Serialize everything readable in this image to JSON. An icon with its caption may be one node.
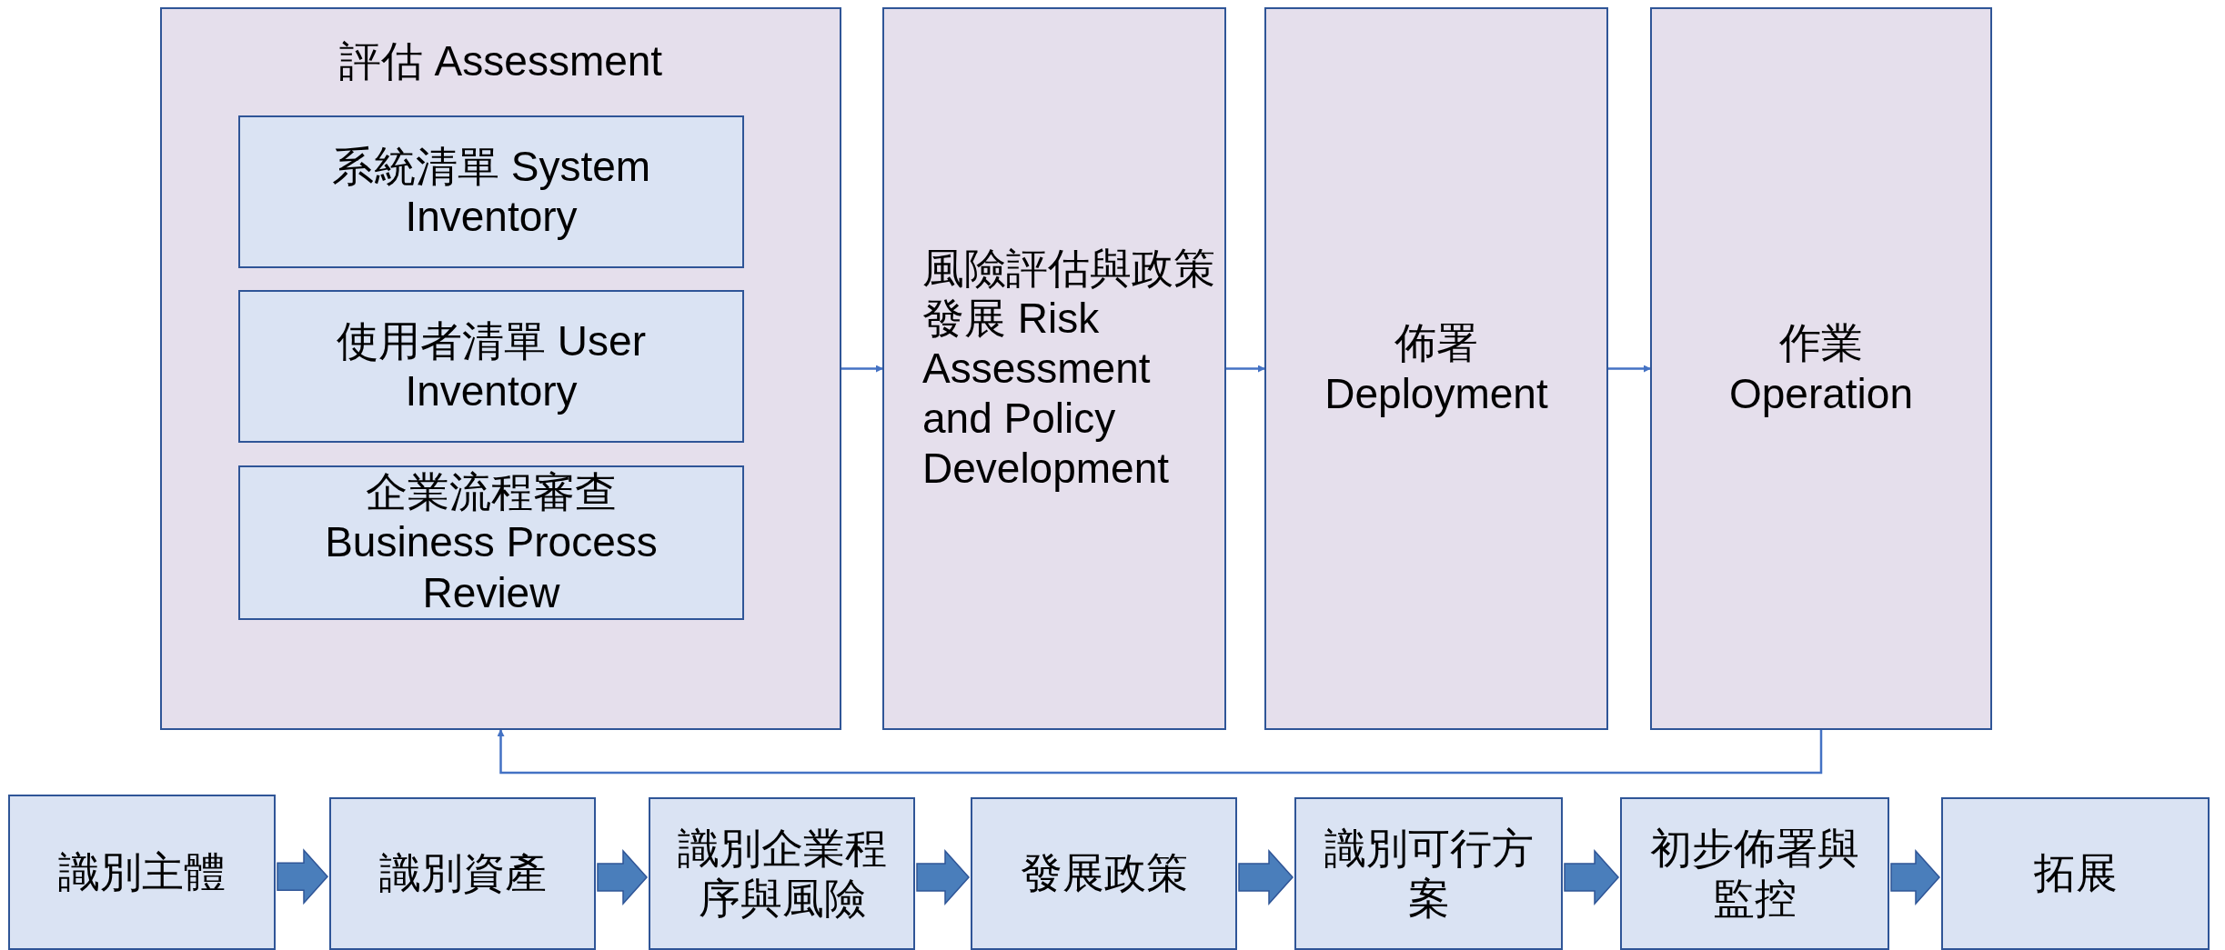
{
  "diagram": {
    "nodes": [
      {
        "text": [
          "評估 Assessment"
        ]
      },
      {
        "text": [
          "系統清單 System Inventory"
        ],
        "in": 0
      },
      {
        "text": [
          "使用者清單 User Inventory"
        ],
        "in": 0
      },
      {
        "text": [
          "企業流程審查 Business Process Review"
        ],
        "in": 0
      },
      {
        "text": [
          "風險評估與政策發展 Risk Assessment and Policy Development"
        ]
      },
      {
        "text": [
          "佈署 Deployment"
        ]
      },
      {
        "text": [
          "作業 Operation"
        ]
      },
      {
        "text": [
          "識別主體"
        ]
      },
      {
        "text": [
          "識別資產"
        ]
      },
      {
        "text": [
          "識別企業程序與風險"
        ]
      },
      {
        "text": [
          "發展政策"
        ]
      },
      {
        "text": [
          "識別可行方案"
        ]
      },
      {
        "text": [
          "初步佈署與監控"
        ]
      },
      {
        "text": [
          "拓展"
        ]
      }
    ],
    "edges": [
      {
        "from": 0,
        "to": 4,
        "arrow": "to"
      },
      {
        "from": 4,
        "to": 5,
        "arrow": "to"
      },
      {
        "from": 5,
        "to": 6,
        "arrow": "to"
      },
      {
        "from": 6,
        "to": 0,
        "arrow": "to"
      },
      {
        "from": 7,
        "to": 8,
        "arrow": "to",
        "style": "thick"
      },
      {
        "from": 8,
        "to": 9,
        "arrow": "to",
        "style": "thick"
      },
      {
        "from": 9,
        "to": 10,
        "arrow": "to",
        "style": "thick"
      },
      {
        "from": 10,
        "to": 11,
        "arrow": "to",
        "style": "thick"
      },
      {
        "from": 11,
        "to": 12,
        "arrow": "to",
        "style": "thick"
      },
      {
        "from": 12,
        "to": 13,
        "arrow": "to",
        "style": "thick"
      }
    ]
  }
}
